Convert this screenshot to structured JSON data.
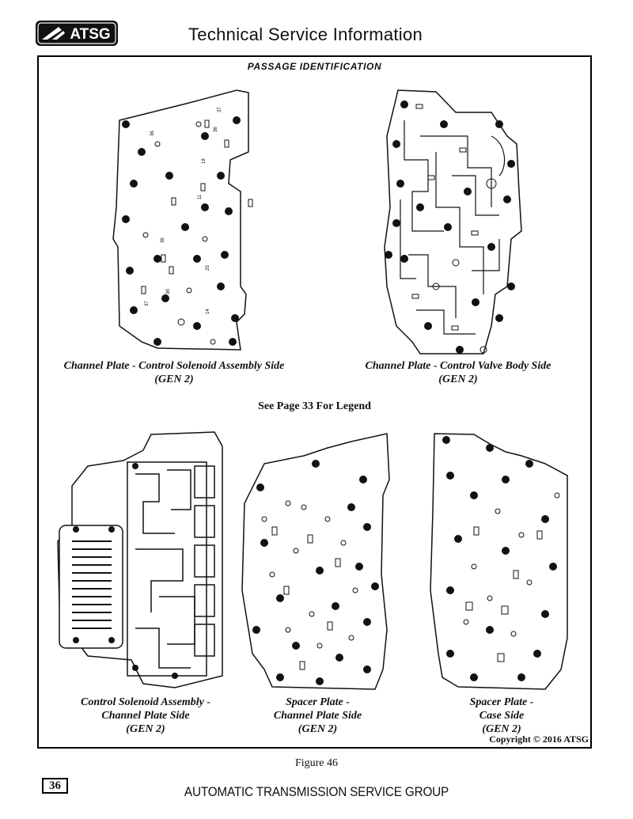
{
  "header": {
    "logo_text": "ATSG",
    "title": "Technical Service Information"
  },
  "section_title": "PASSAGE IDENTIFICATION",
  "legend_note": "See Page 33 For Legend",
  "diagrams": [
    {
      "caption_lines": [
        "Channel Plate - Control Solenoid Assembly Side",
        "(GEN 2)"
      ]
    },
    {
      "caption_lines": [
        "Channel Plate - Control Valve Body Side",
        "(GEN 2)"
      ]
    },
    {
      "caption_lines": [
        "Control Solenoid Assembly -",
        "Channel Plate Side",
        "(GEN 2)"
      ]
    },
    {
      "caption_lines": [
        "Spacer Plate -",
        "Channel Plate Side",
        "(GEN 2)"
      ]
    },
    {
      "caption_lines": [
        "Spacer Plate -",
        "Case Side",
        "(GEN 2)"
      ]
    }
  ],
  "copyright": "Copyright © 2016 ATSG",
  "figure_label": "Figure 46",
  "page_number": "36",
  "footer_text": "AUTOMATIC TRANSMISSION SERVICE GROUP",
  "colors": {
    "ink": "#111111",
    "paper": "#ffffff"
  }
}
